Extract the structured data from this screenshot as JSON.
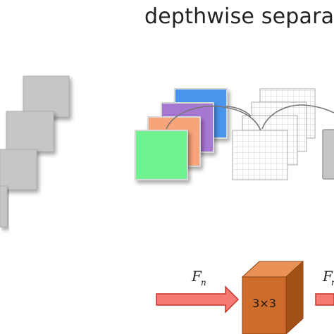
{
  "title": "depthwise separa",
  "labels": {
    "input_feature": "F",
    "input_sub": "n",
    "output_feature": "F",
    "output_sub": "n",
    "kernel": "3×3"
  },
  "colors": {
    "gray_map": "#c6c6c6",
    "gray_edge": "#b0b0b0",
    "blue_map": "#4a95ec",
    "purple_map": "#a678d2",
    "orange_map": "#f7a47a",
    "green_map": "#6ef28f",
    "arrow_fill": "#f47a72",
    "arrow_stroke": "#c9302c",
    "cube_front": "#cf6c2c",
    "cube_top": "#ea9157",
    "cube_side": "#a45019",
    "grid_line": "#c8c8c8",
    "connector": "#777777"
  }
}
